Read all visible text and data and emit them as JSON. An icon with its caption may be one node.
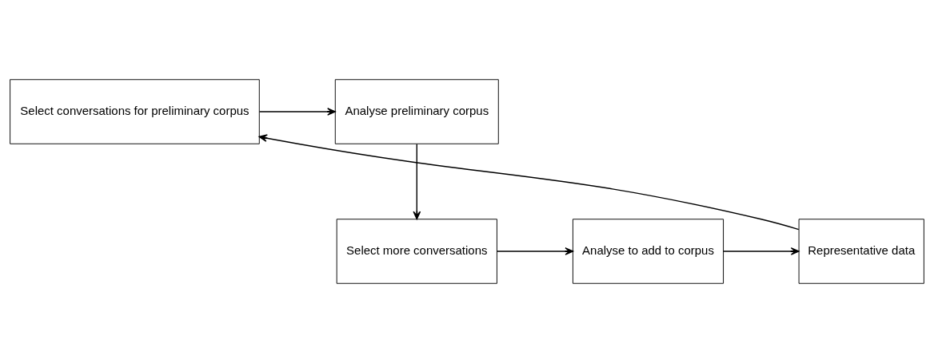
{
  "diagram": {
    "nodes": [
      {
        "text": [
          "Select conversations for preliminary corpus"
        ]
      },
      {
        "text": [
          "Analyse preliminary corpus"
        ]
      },
      {
        "text": [
          "Select more conversations"
        ]
      },
      {
        "text": [
          "Analyse to add to corpus"
        ]
      },
      {
        "text": [
          "Representative data"
        ]
      }
    ],
    "edges": [
      {
        "from": 0,
        "to": 1,
        "arrow": "to"
      },
      {
        "from": 1,
        "to": 2,
        "arrow": "to"
      },
      {
        "from": 2,
        "to": 3,
        "arrow": "to"
      },
      {
        "from": 3,
        "to": 4,
        "arrow": "to"
      },
      {
        "from": 4,
        "to": 0,
        "arrow": "to"
      }
    ]
  }
}
